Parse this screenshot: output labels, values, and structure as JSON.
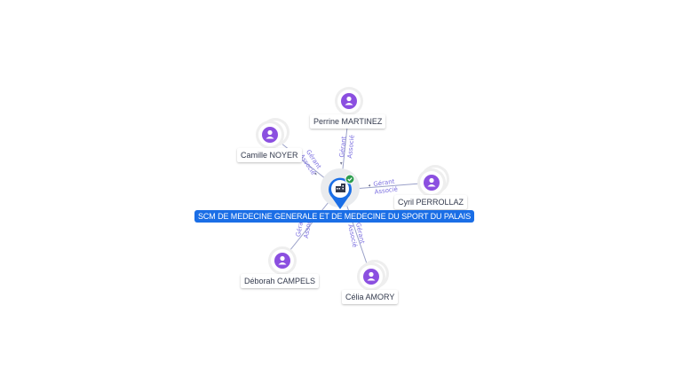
{
  "company": {
    "name": "SCM DE MEDECINE GENERALE ET DE MEDECINE DU SPORT DU PALAIS",
    "icon": "building-icon",
    "badge": "check-icon",
    "colors": {
      "pin": "#1a6ee6",
      "badge": "#2e9e4f"
    }
  },
  "persons": [
    {
      "id": "perrine",
      "name": "Perrine MARTINEZ",
      "roles": [
        "Gérant",
        "Associé"
      ]
    },
    {
      "id": "camille",
      "name": "Camille NOYER",
      "roles": [
        "Gérant",
        "Associé"
      ]
    },
    {
      "id": "cyril",
      "name": "Cyril PERROLLAZ",
      "roles": [
        "Gérant",
        "Associé"
      ]
    },
    {
      "id": "deborah",
      "name": "Déborah CAMPELS",
      "roles": [
        "Gérant",
        "Associé"
      ]
    },
    {
      "id": "celia",
      "name": "Célia AMORY",
      "roles": [
        "Gérant",
        "Associé"
      ]
    }
  ],
  "colors": {
    "person_icon": "#8b4fe0",
    "edge": "#9aa0c8",
    "edge_label": "#7b6fe0"
  }
}
